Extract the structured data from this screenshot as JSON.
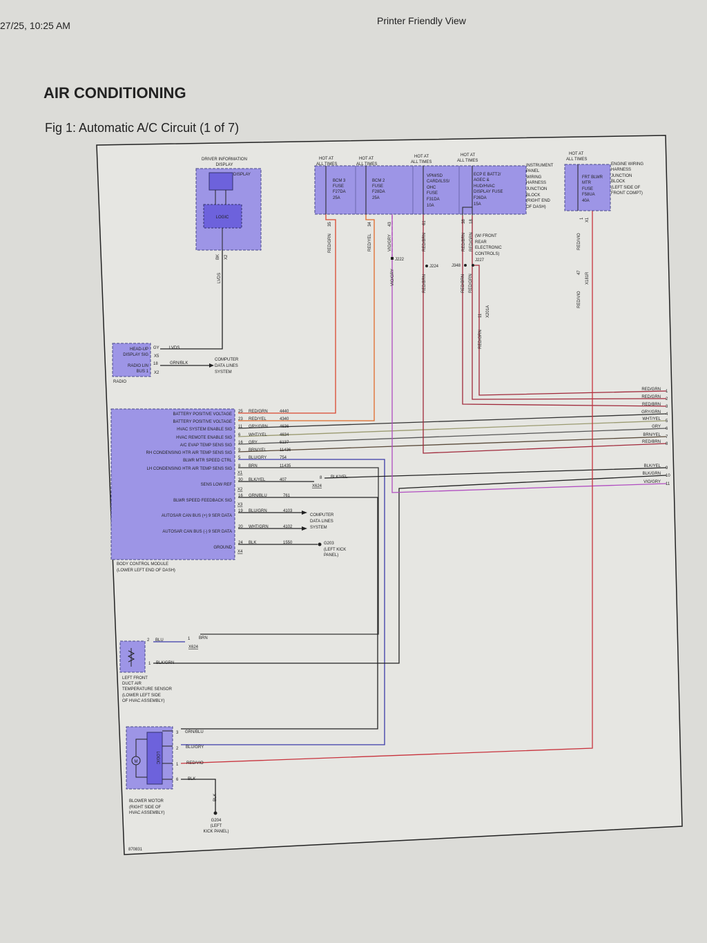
{
  "header": {
    "datetime": "27/25, 10:25 AM",
    "view": "Printer Friendly View"
  },
  "section_title": "AIR CONDITIONING",
  "figure_title": "Fig 1: Automatic A/C Circuit (1 of 7)",
  "figure_id": "870831",
  "colors": {
    "component_fill": "#9d95e6",
    "inner_fill": "#6d62dc",
    "red": "#c8323c",
    "orange": "#d9562e",
    "violet": "#b04cc0",
    "blue": "#3a3aa8",
    "black": "#222222"
  },
  "did": {
    "label": [
      "DRIVER INFORMATION",
      "DISPLAY"
    ],
    "display": "DISPLAY",
    "logic": "LOGIC",
    "pin": "BK",
    "conn": "X2",
    "wire": "LVDS"
  },
  "fuses": [
    {
      "hot": [
        "HOT AT",
        "ALL TIMES"
      ],
      "label": [
        "BCM 3",
        "FUSE",
        "F27DA",
        "25A"
      ],
      "pin": "35",
      "wire": "RED/GRN"
    },
    {
      "hot": [
        "HOT AT",
        "ALL TIMES"
      ],
      "label": [
        "BCM 2",
        "FUSE",
        "F28DA",
        "25A"
      ],
      "pin": "34",
      "wire": "RED/YEL",
      "pin2": "43",
      "wire2": "VIO/GRY"
    },
    {
      "hot": [
        "HOT AT",
        "ALL TIMES"
      ],
      "label": [
        "VPM/SD",
        "CARD/ILSS/",
        "OHC",
        "FUSE",
        "F31DA",
        "10A"
      ],
      "pin": "61",
      "wire": "RED/BRN"
    },
    {
      "hot": [
        "HOT AT",
        "ALL TIMES"
      ],
      "label": [
        "ECP E BATT2/",
        "AGEC &",
        "HUD/HVAC",
        "DISPLAY FUSE",
        "F26DA",
        "15A"
      ],
      "pin": "38",
      "wire": "RED/BRN",
      "pin2": "18",
      "wire2": "RED/GRN"
    }
  ],
  "ipjb_label": [
    "INSTRUMENT",
    "PANEL",
    "WIRING",
    "HARNESS",
    "JUNCTION",
    "BLOCK",
    "(RIGHT END",
    "OF DASH)"
  ],
  "ewjb": {
    "hot": [
      "HOT AT",
      "ALL TIMES"
    ],
    "label": [
      "FRT BLWR",
      "MTR",
      "FUSE",
      "F58UA",
      "40A"
    ],
    "pin": "1",
    "conn": "X1",
    "wire": "RED/VIO",
    "pin2": "47",
    "conn2": "X181R",
    "block_label": [
      "ENGINE WIRING",
      "HARNESS",
      "JUNCTION",
      "BLOCK",
      "(LEFT SIDE OF",
      "FRONT COMPT)"
    ]
  },
  "splices": {
    "j222": "J222",
    "j224": "J224",
    "j348": "J348",
    "j227": "J227",
    "note": [
      "(W/ FRONT",
      "REAR",
      "ELECTRONIC",
      "CONTROLS)"
    ],
    "wires": [
      "VIO/GRY",
      "RED/BRN",
      "RED/BRN",
      "RED/GRN",
      "RED/GRN"
    ],
    "x201a_pin": "11",
    "x201a": "X201A"
  },
  "radio": {
    "pins": [
      {
        "signal": [
          "HEAD-UP",
          "DISPLAY SIG"
        ],
        "pin": "GY",
        "conn": "X5",
        "wire": "LVDS"
      },
      {
        "signal": [
          "RADIO LIN",
          "BUS 1"
        ],
        "pin": "18",
        "conn": "X2",
        "wire": "GRN/BLK"
      }
    ],
    "label": "RADIO",
    "dest": [
      "COMPUTER",
      "DATA LINES",
      "SYSTEM"
    ]
  },
  "bcm": {
    "pins": [
      {
        "signal": "BATTERY POSITIVE VOLTAGE",
        "pin": "25",
        "wire": "RED/GRN",
        "circuit": "4440"
      },
      {
        "signal": "BATTERY POSITIVE VOLTAGE",
        "pin": "23",
        "wire": "RED/YEL",
        "circuit": "4340"
      },
      {
        "signal": "HVAC SYSTEM ENABLE SIG",
        "pin": "11",
        "wire": "GRY/GRN",
        "circuit": "4636"
      },
      {
        "signal": "HVAC REMOTE ENABLE SIG",
        "pin": "6",
        "wire": "WHT/YEL",
        "circuit": "4634"
      },
      {
        "signal": "A/C EVAP TEMP SENS SIG",
        "pin": "16",
        "wire": "GRY",
        "circuit": "6137"
      },
      {
        "signal": "RH CONDENSING HTR AIR TEMP SENS SIG",
        "pin": "9",
        "wire": "BRN/YEL",
        "circuit": "11436"
      },
      {
        "signal": "BLWR MTR SPEED CTRL",
        "pin": "5",
        "wire": "BLU/GRY",
        "circuit": "754"
      },
      {
        "signal": "LH CONDENSING HTR AIR TEMP SENS SIG",
        "pin": "8",
        "wire": "BRN",
        "circuit": "11435"
      },
      {
        "signal": "SENS LOW REF",
        "pin": "30",
        "wire": "BLK/YEL",
        "circuit": "407"
      },
      {
        "signal": "BLWR SPEED FEEDBACK SIG",
        "pin": "16",
        "wire": "GRN/BLU",
        "circuit": "761"
      },
      {
        "signal": "AUTOSAR CAN BUS (+) 9 SER DATA",
        "pin": "19",
        "wire": "BLU/GRN",
        "circuit": "4103"
      },
      {
        "signal": "AUTOSAR CAN BUS (-) 9 SER DATA",
        "pin": "20",
        "wire": "WHT/GRN",
        "circuit": "4102"
      },
      {
        "signal": "GROUND",
        "pin": "24",
        "wire": "BLK",
        "circuit": "1550"
      }
    ],
    "connectors": [
      "X1",
      "X2",
      "X3",
      "X4"
    ],
    "label": [
      "BODY CONTROL MODULE",
      "(LOWER LEFT END OF DASH)"
    ],
    "x624_pin": "8",
    "x624": "X624",
    "x624_wire": "BLK/YEL",
    "dest": [
      "COMPUTER",
      "DATA LINES",
      "SYSTEM"
    ],
    "g203": [
      "G203",
      "(LEFT KICK",
      "PANEL)"
    ]
  },
  "right_connector": [
    {
      "n": "1",
      "wire": "RED/GRN"
    },
    {
      "n": "2",
      "wire": "RED/GRN"
    },
    {
      "n": "3",
      "wire": "RED/BRN"
    },
    {
      "n": "4",
      "wire": "GRY/GRN"
    },
    {
      "n": "5",
      "wire": "WHT/YEL"
    },
    {
      "n": "6",
      "wire": "GRY"
    },
    {
      "n": "7",
      "wire": "BRN/YEL"
    },
    {
      "n": "8",
      "wire": "RED/BRN"
    },
    {
      "n": "9",
      "wire": "BLK/YEL"
    },
    {
      "n": "10",
      "wire": "BLK/GRN"
    },
    {
      "n": "11",
      "wire": "VIO/GRY"
    }
  ],
  "sensor": {
    "label": [
      "LEFT FRONT",
      "DUCT AIR",
      "TEMPERATURE SENSOR",
      "(LOWER LEFT SIDE",
      "OF HVAC ASSEMBLY)"
    ],
    "pins": [
      {
        "pin": "2",
        "wire": "BLU"
      },
      {
        "pin": "1",
        "wire": "BLK/GRN"
      }
    ],
    "x624_pin": "1",
    "x624": "X624",
    "x624_wire": "BRN"
  },
  "blower": {
    "label": [
      "BLOWER MOTOR",
      "(RIGHT SIDE OF",
      "HVAC ASSEMBLY)"
    ],
    "motor": "M",
    "logic": "LOGIC",
    "pins": [
      {
        "pin": "3",
        "wire": "GRN/BLU"
      },
      {
        "pin": "2",
        "wire": "BLU/GRY"
      },
      {
        "pin": "1",
        "wire": "RED/VIO"
      },
      {
        "pin": "6",
        "wire": "BLK"
      }
    ],
    "ground_wire": "BLK",
    "g204": [
      "G204",
      "(LEFT",
      "KICK PANEL)"
    ]
  }
}
